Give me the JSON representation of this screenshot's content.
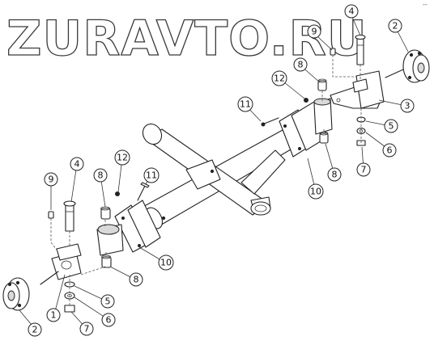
{
  "watermark": "ZURAVTO.RU",
  "corner_mark": "-- ",
  "callouts": [
    {
      "id": "c4a",
      "label": "4"
    },
    {
      "id": "c9a",
      "label": "9"
    },
    {
      "id": "c2a",
      "label": "2"
    },
    {
      "id": "c8a",
      "label": "8"
    },
    {
      "id": "c12a",
      "label": "12"
    },
    {
      "id": "c3",
      "label": "3"
    },
    {
      "id": "c11a",
      "label": "11"
    },
    {
      "id": "c5a",
      "label": "5"
    },
    {
      "id": "c6a",
      "label": "6"
    },
    {
      "id": "c7a",
      "label": "7"
    },
    {
      "id": "c8b",
      "label": "8"
    },
    {
      "id": "c10a",
      "label": "10"
    },
    {
      "id": "c9b",
      "label": "9"
    },
    {
      "id": "c4b",
      "label": "4"
    },
    {
      "id": "c12b",
      "label": "12"
    },
    {
      "id": "c8c",
      "label": "8"
    },
    {
      "id": "c11b",
      "label": "11"
    },
    {
      "id": "c10b",
      "label": "10"
    },
    {
      "id": "c8d",
      "label": "8"
    },
    {
      "id": "c5b",
      "label": "5"
    },
    {
      "id": "c1",
      "label": "1"
    },
    {
      "id": "c6b",
      "label": "6"
    },
    {
      "id": "c2b",
      "label": "2"
    },
    {
      "id": "c7b",
      "label": "7"
    }
  ]
}
